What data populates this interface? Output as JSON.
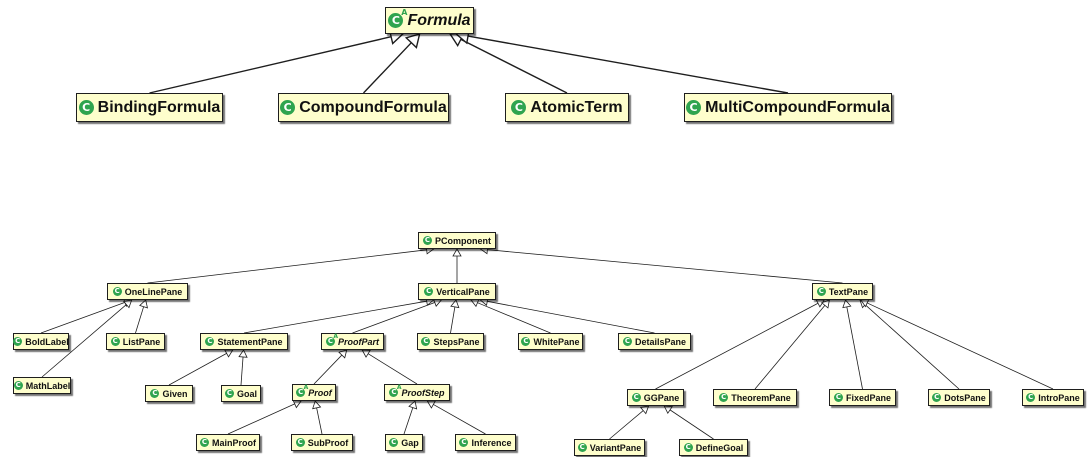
{
  "diagrams": [
    {
      "nodes": [
        {
          "id": "Formula",
          "label": "Formula",
          "abstract": true
        },
        {
          "id": "BindingFormula",
          "label": "BindingFormula",
          "abstract": false
        },
        {
          "id": "CompoundFormula",
          "label": "CompoundFormula",
          "abstract": false
        },
        {
          "id": "AtomicTerm",
          "label": "AtomicTerm",
          "abstract": false
        },
        {
          "id": "MultiCompoundFormula",
          "label": "MultiCompoundFormula",
          "abstract": false
        }
      ],
      "edges": [
        [
          "BindingFormula",
          "Formula"
        ],
        [
          "CompoundFormula",
          "Formula"
        ],
        [
          "AtomicTerm",
          "Formula"
        ],
        [
          "MultiCompoundFormula",
          "Formula"
        ]
      ]
    },
    {
      "nodes": [
        {
          "id": "PComponent",
          "label": "PComponent",
          "abstract": false
        },
        {
          "id": "OneLinePane",
          "label": "OneLinePane",
          "abstract": false
        },
        {
          "id": "VerticalPane",
          "label": "VerticalPane",
          "abstract": false
        },
        {
          "id": "TextPane",
          "label": "TextPane",
          "abstract": false
        },
        {
          "id": "BoldLabel",
          "label": "BoldLabel",
          "abstract": false
        },
        {
          "id": "ListPane",
          "label": "ListPane",
          "abstract": false
        },
        {
          "id": "MathLabel",
          "label": "MathLabel",
          "abstract": false
        },
        {
          "id": "StatementPane",
          "label": "StatementPane",
          "abstract": false
        },
        {
          "id": "ProofPart",
          "label": "ProofPart",
          "abstract": true
        },
        {
          "id": "StepsPane",
          "label": "StepsPane",
          "abstract": false
        },
        {
          "id": "WhitePane",
          "label": "WhitePane",
          "abstract": false
        },
        {
          "id": "DetailsPane",
          "label": "DetailsPane",
          "abstract": false
        },
        {
          "id": "Given",
          "label": "Given",
          "abstract": false
        },
        {
          "id": "Goal",
          "label": "Goal",
          "abstract": false
        },
        {
          "id": "Proof",
          "label": "Proof",
          "abstract": true
        },
        {
          "id": "ProofStep",
          "label": "ProofStep",
          "abstract": true
        },
        {
          "id": "MainProof",
          "label": "MainProof",
          "abstract": false
        },
        {
          "id": "SubProof",
          "label": "SubProof",
          "abstract": false
        },
        {
          "id": "Gap",
          "label": "Gap",
          "abstract": false
        },
        {
          "id": "Inference",
          "label": "Inference",
          "abstract": false
        },
        {
          "id": "GGPane",
          "label": "GGPane",
          "abstract": false
        },
        {
          "id": "TheoremPane",
          "label": "TheoremPane",
          "abstract": false
        },
        {
          "id": "FixedPane",
          "label": "FixedPane",
          "abstract": false
        },
        {
          "id": "DotsPane",
          "label": "DotsPane",
          "abstract": false
        },
        {
          "id": "IntroPane",
          "label": "IntroPane",
          "abstract": false
        },
        {
          "id": "VariantPane",
          "label": "VariantPane",
          "abstract": false
        },
        {
          "id": "DefineGoal",
          "label": "DefineGoal",
          "abstract": false
        }
      ],
      "edges": [
        [
          "OneLinePane",
          "PComponent"
        ],
        [
          "VerticalPane",
          "PComponent"
        ],
        [
          "TextPane",
          "PComponent"
        ],
        [
          "BoldLabel",
          "OneLinePane"
        ],
        [
          "MathLabel",
          "OneLinePane"
        ],
        [
          "ListPane",
          "OneLinePane"
        ],
        [
          "StatementPane",
          "VerticalPane"
        ],
        [
          "ProofPart",
          "VerticalPane"
        ],
        [
          "StepsPane",
          "VerticalPane"
        ],
        [
          "WhitePane",
          "VerticalPane"
        ],
        [
          "DetailsPane",
          "VerticalPane"
        ],
        [
          "Given",
          "StatementPane"
        ],
        [
          "Goal",
          "StatementPane"
        ],
        [
          "Proof",
          "ProofPart"
        ],
        [
          "ProofStep",
          "ProofPart"
        ],
        [
          "MainProof",
          "Proof"
        ],
        [
          "SubProof",
          "Proof"
        ],
        [
          "Gap",
          "ProofStep"
        ],
        [
          "Inference",
          "ProofStep"
        ],
        [
          "GGPane",
          "TextPane"
        ],
        [
          "TheoremPane",
          "TextPane"
        ],
        [
          "FixedPane",
          "TextPane"
        ],
        [
          "DotsPane",
          "TextPane"
        ],
        [
          "IntroPane",
          "TextPane"
        ],
        [
          "VariantPane",
          "GGPane"
        ],
        [
          "DefineGoal",
          "GGPane"
        ]
      ]
    }
  ],
  "icon": {
    "glyph": "C",
    "name": "class-icon",
    "color": "#2fa44f"
  },
  "colors": {
    "box_fill": "#fefecc",
    "line": "#1e1e1e"
  }
}
